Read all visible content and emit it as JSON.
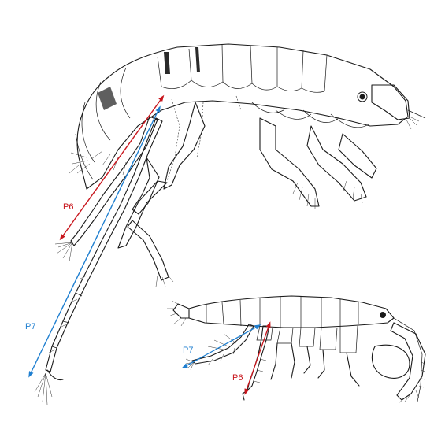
{
  "colors": {
    "p6": "#c8161d",
    "p7": "#1f7fd0",
    "line_art": "#1a1a1a",
    "background": "#ffffff"
  },
  "labels": {
    "large": {
      "p6": "P6",
      "p7": "P7"
    },
    "small": {
      "p6": "P6",
      "p7": "P7"
    }
  }
}
